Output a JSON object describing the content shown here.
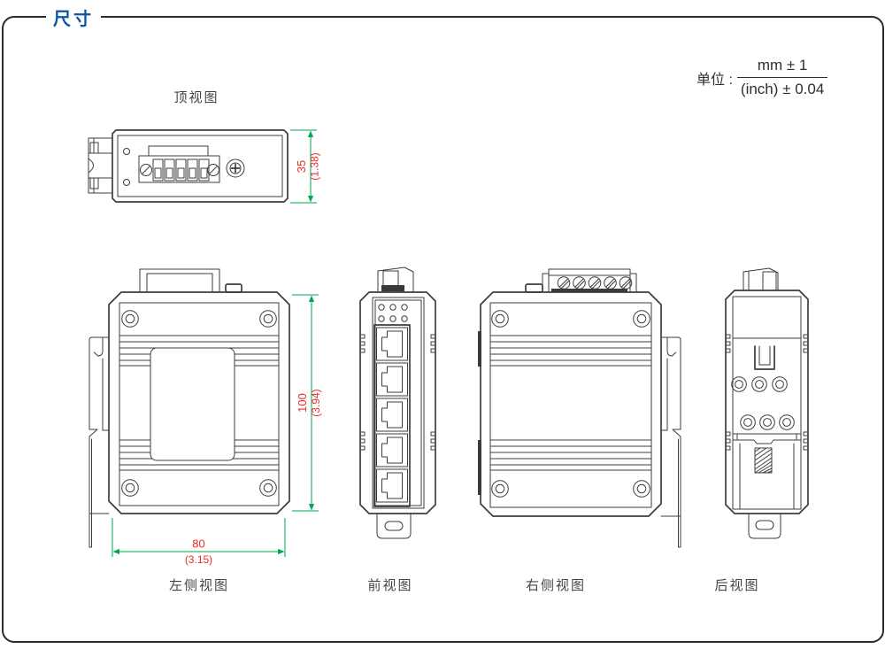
{
  "header": {
    "title": "尺寸"
  },
  "unit": {
    "label": "单位 :",
    "numerator": "mm ± 1",
    "denominator": "(inch) ± 0.04"
  },
  "views": {
    "top": {
      "label": "顶视图"
    },
    "left": {
      "label": "左侧视图"
    },
    "front": {
      "label": "前视图"
    },
    "right": {
      "label": "右侧视图"
    },
    "rear": {
      "label": "后视图"
    }
  },
  "dimensions": {
    "depth": {
      "mm": "35",
      "inch": "(1.38)"
    },
    "height": {
      "mm": "100",
      "inch": "(3.94)"
    },
    "width": {
      "mm": "80",
      "inch": "(3.15)"
    }
  },
  "colors": {
    "accent_blue": "#0a55a5",
    "dimension_line_green": "#00a651",
    "dimension_text_red": "#ed2a24",
    "drawing_line": "#3d3d3d"
  }
}
